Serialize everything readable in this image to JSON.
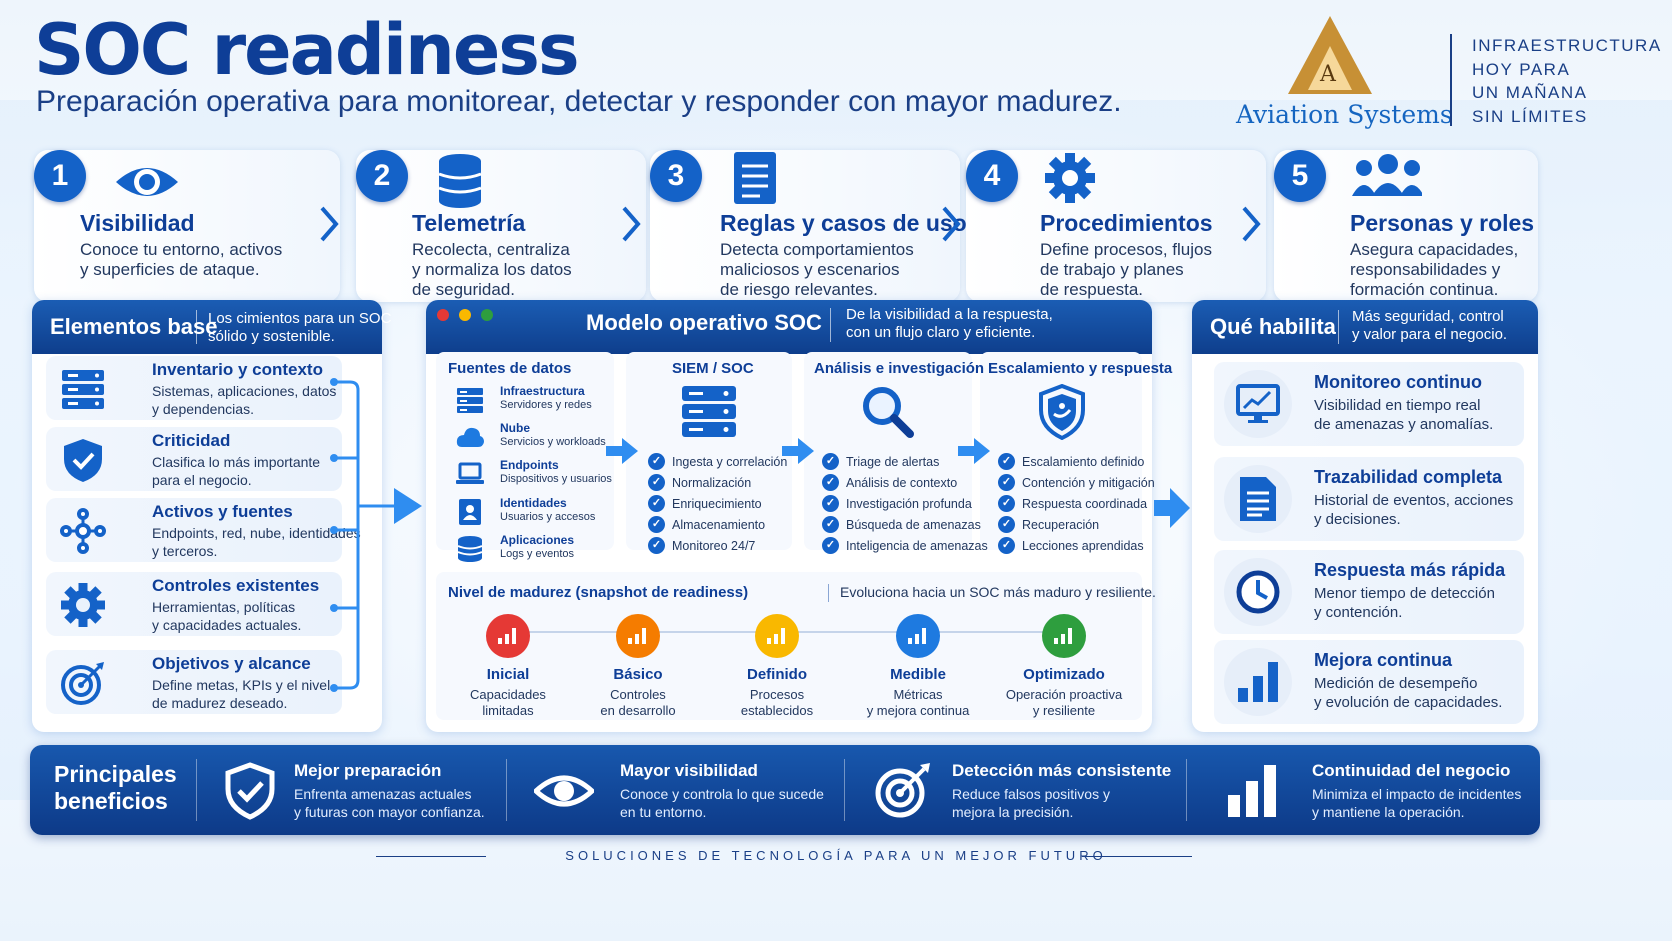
{
  "header": {
    "title": "SOC readiness",
    "subtitle": "Preparación operativa para monitorear, detectar y responder con mayor madurez."
  },
  "logo": {
    "letter": "A",
    "name": "Aviation Systems"
  },
  "tagline": [
    "INFRAESTRUCTURA",
    "HOY PARA",
    "UN MAÑANA",
    "SIN LÍMITES"
  ],
  "steps": [
    {
      "num": "1",
      "title": "Visibilidad",
      "desc": [
        "Conoce tu entorno, activos",
        "y superficies de ataque."
      ],
      "icon": "eye-icon"
    },
    {
      "num": "2",
      "title": "Telemetría",
      "desc": [
        "Recolecta, centraliza",
        "y normaliza los datos",
        "de seguridad."
      ],
      "icon": "database-icon"
    },
    {
      "num": "3",
      "title": "Reglas y casos de uso",
      "desc": [
        "Detecta comportamientos",
        "maliciosos y escenarios",
        "de riesgo relevantes."
      ],
      "icon": "document-icon"
    },
    {
      "num": "4",
      "title": "Procedimientos",
      "desc": [
        "Define procesos, flujos",
        "de trabajo y planes",
        "de respuesta."
      ],
      "icon": "gear-icon"
    },
    {
      "num": "5",
      "title": "Personas y roles",
      "desc": [
        "Asegura capacidades,",
        "responsabilidades y",
        "formación continua."
      ],
      "icon": "people-icon"
    }
  ],
  "base": {
    "title": "Elementos base",
    "desc": [
      "Los cimientos para un SOC",
      "sólido y sostenible."
    ],
    "items": [
      {
        "title": "Inventario y contexto",
        "desc": [
          "Sistemas, aplicaciones, datos",
          "y dependencias."
        ],
        "icon": "server-icon"
      },
      {
        "title": "Criticidad",
        "desc": [
          "Clasifica lo más importante",
          "para el negocio."
        ],
        "icon": "shield-check-icon"
      },
      {
        "title": "Activos y fuentes",
        "desc": [
          "Endpoints, red, nube, identidades",
          "y terceros."
        ],
        "icon": "network-icon"
      },
      {
        "title": "Controles existentes",
        "desc": [
          "Herramientas, políticas",
          "y capacidades actuales."
        ],
        "icon": "gear-icon"
      },
      {
        "title": "Objetivos y alcance",
        "desc": [
          "Define metas, KPIs y el nivel",
          "de madurez deseado."
        ],
        "icon": "target-icon"
      }
    ]
  },
  "model": {
    "title": "Modelo operativo SOC",
    "desc": [
      "De la visibilidad a la respuesta,",
      "con un flujo claro y eficiente."
    ],
    "sources_title": "Fuentes de datos",
    "sources": [
      {
        "title": "Infraestructura",
        "sub": "Servidores y redes",
        "icon": "server-icon"
      },
      {
        "title": "Nube",
        "sub": "Servicios y workloads",
        "icon": "cloud-icon"
      },
      {
        "title": "Endpoints",
        "sub": "Dispositivos y usuarios",
        "icon": "laptop-icon"
      },
      {
        "title": "Identidades",
        "sub": "Usuarios y accesos",
        "icon": "id-card-icon"
      },
      {
        "title": "Aplicaciones",
        "sub": "Logs y eventos",
        "icon": "database-icon"
      }
    ],
    "siem": {
      "title": "SIEM / SOC",
      "items": [
        "Ingesta y correlación",
        "Normalización",
        "Enriquecimiento",
        "Almacenamiento",
        "Monitoreo 24/7"
      ]
    },
    "analysis": {
      "title": "Análisis e investigación",
      "items": [
        "Triage de alertas",
        "Análisis de contexto",
        "Investigación profunda",
        "Búsqueda de amenazas",
        "Inteligencia de amenazas"
      ]
    },
    "response": {
      "title": "Escalamiento y respuesta",
      "items": [
        "Escalamiento definido",
        "Contención y mitigación",
        "Respuesta coordinada",
        "Recuperación",
        "Lecciones aprendidas"
      ]
    },
    "maturity": {
      "title": "Nivel de madurez (snapshot de readiness)",
      "note": "Evoluciona hacia un SOC más maduro y resiliente.",
      "levels": [
        {
          "title": "Inicial",
          "desc": [
            "Capacidades",
            "limitadas"
          ],
          "color": "#e53935"
        },
        {
          "title": "Básico",
          "desc": [
            "Controles",
            "en desarrollo"
          ],
          "color": "#f57c00"
        },
        {
          "title": "Definido",
          "desc": [
            "Procesos",
            "establecidos"
          ],
          "color": "#f9b800"
        },
        {
          "title": "Medible",
          "desc": [
            "Métricas",
            "y mejora continua"
          ],
          "color": "#1e7ae0"
        },
        {
          "title": "Optimizado",
          "desc": [
            "Operación proactiva",
            "y resiliente"
          ],
          "color": "#2e9e3e"
        }
      ]
    }
  },
  "enables": {
    "title": "Qué habilita",
    "desc": [
      "Más seguridad, control",
      "y valor para el negocio."
    ],
    "items": [
      {
        "title": "Monitoreo continuo",
        "desc": [
          "Visibilidad en tiempo real",
          "de amenazas y anomalías."
        ],
        "icon": "monitor-chart-icon"
      },
      {
        "title": "Trazabilidad completa",
        "desc": [
          "Historial de eventos, acciones",
          "y decisiones."
        ],
        "icon": "document-icon"
      },
      {
        "title": "Respuesta más rápida",
        "desc": [
          "Menor tiempo de detección",
          "y contención."
        ],
        "icon": "clock-icon"
      },
      {
        "title": "Mejora continua",
        "desc": [
          "Medición de desempeño",
          "y evolución de capacidades."
        ],
        "icon": "bar-chart-icon"
      }
    ]
  },
  "benefits": {
    "title": [
      "Principales",
      "beneficios"
    ],
    "items": [
      {
        "title": "Mejor preparación",
        "desc": [
          "Enfrenta amenazas actuales",
          "y futuras con mayor confianza."
        ],
        "icon": "shield-check-icon"
      },
      {
        "title": "Mayor visibilidad",
        "desc": [
          "Conoce y controla lo que sucede",
          "en tu entorno."
        ],
        "icon": "eye-icon"
      },
      {
        "title": "Detección más consistente",
        "desc": [
          "Reduce falsos positivos y",
          "mejora la precisión."
        ],
        "icon": "target-icon"
      },
      {
        "title": "Continuidad del negocio",
        "desc": [
          "Minimiza el impacto de incidentes",
          "y mantiene la operación."
        ],
        "icon": "bar-chart-icon"
      }
    ]
  },
  "footer": "SOLUCIONES DE TECNOLOGÍA PARA UN MEJOR FUTURO",
  "colors": {
    "primary": "#0e3e97",
    "accent": "#1462c8",
    "arrow": "#2f8df0"
  }
}
